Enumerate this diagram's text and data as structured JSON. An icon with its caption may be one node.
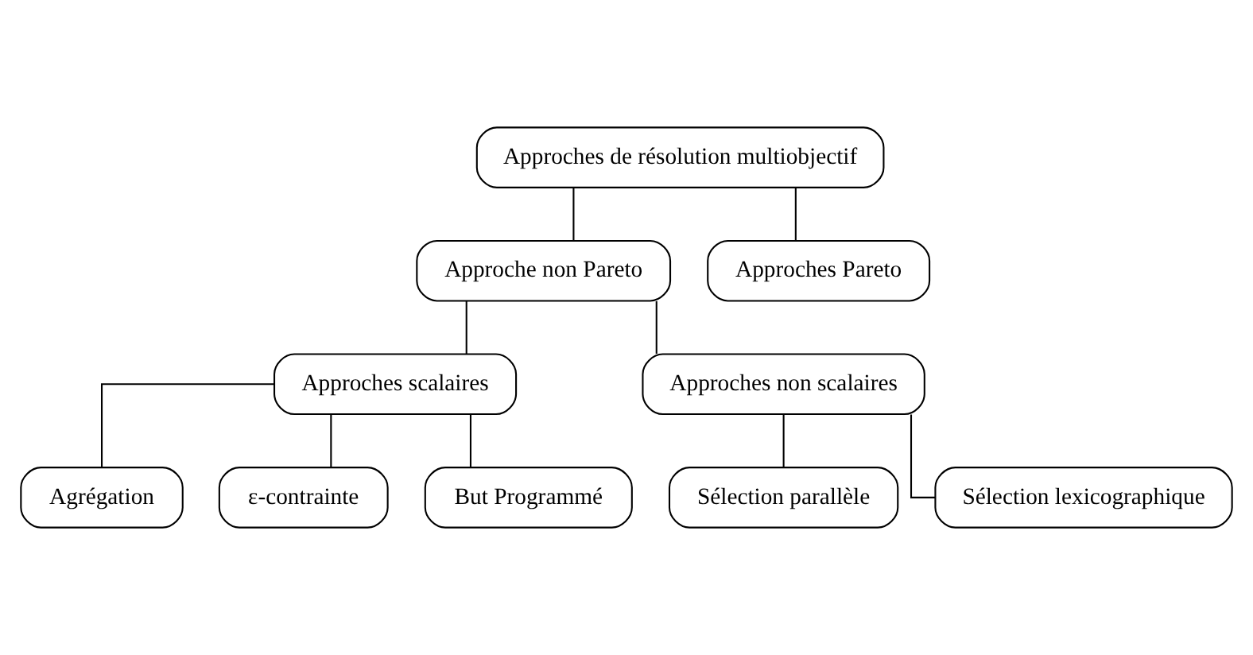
{
  "diagram": {
    "nodes": [
      {
        "text": [
          "Approches de résolution multiobjectif"
        ]
      },
      {
        "text": [
          "Approche non Pareto"
        ]
      },
      {
        "text": [
          "Approches Pareto"
        ]
      },
      {
        "text": [
          "Approches scalaires"
        ]
      },
      {
        "text": [
          "Approches non scalaires"
        ]
      },
      {
        "text": [
          "Agrégation"
        ]
      },
      {
        "text": [
          "ε-contrainte"
        ]
      },
      {
        "text": [
          "But Programmé"
        ]
      },
      {
        "text": [
          "Sélection parallèle"
        ]
      },
      {
        "text": [
          "Sélection lexicographique"
        ]
      }
    ],
    "edges": [
      {
        "from": 0,
        "to": 1,
        "arrow": "none"
      },
      {
        "from": 0,
        "to": 2,
        "arrow": "none"
      },
      {
        "from": 1,
        "to": 3,
        "arrow": "none"
      },
      {
        "from": 1,
        "to": 4,
        "arrow": "none"
      },
      {
        "from": 3,
        "to": 5,
        "arrow": "none"
      },
      {
        "from": 3,
        "to": 6,
        "arrow": "none"
      },
      {
        "from": 3,
        "to": 7,
        "arrow": "none"
      },
      {
        "from": 4,
        "to": 8,
        "arrow": "none"
      },
      {
        "from": 4,
        "to": 9,
        "arrow": "none"
      }
    ]
  }
}
